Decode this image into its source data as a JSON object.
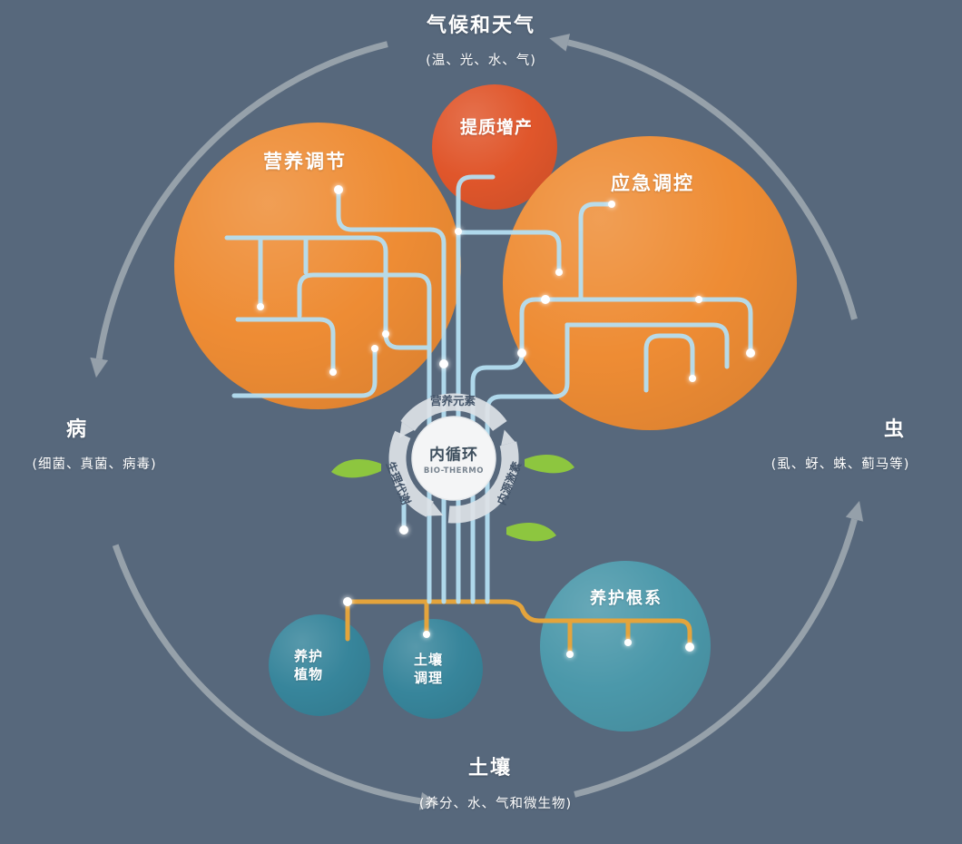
{
  "colors": {
    "background": "#57687c",
    "orange": "#ee8c34",
    "red_orange": "#e0562b",
    "teal_dark": "#37859b",
    "teal_light": "#4b98aa",
    "branch": "#b5dff2",
    "root": "#e4a43c",
    "leaf": "#8dc63f",
    "arc": "#9fa8b1",
    "ring": "#dde2e7",
    "center_bg": "#f4f5f6",
    "dot": "#ffffff"
  },
  "outer": {
    "top": {
      "title": "气候和天气",
      "subtitle": "(温、光、水、气)"
    },
    "left": {
      "title": "病",
      "subtitle": "(细菌、真菌、病毒)"
    },
    "right": {
      "title": "虫",
      "subtitle": "(虱、蚜、蛛、蓟马等)"
    },
    "bottom": {
      "title": "土壤",
      "subtitle": "(养分、水、气和微生物)"
    }
  },
  "bubbles": {
    "nutrition": "营养调节",
    "quality": "提质增产",
    "emergency": "应急调控",
    "root_care": "养护根系",
    "plant_care": [
      "养护",
      "植物"
    ],
    "soil_conditioning": [
      "土壤",
      "调理"
    ]
  },
  "center": {
    "title": "内循环",
    "subtitle": "BIO-THERMO",
    "ring_top": "营养元素",
    "ring_left": "生理代谢",
    "ring_right": "内源激素"
  }
}
